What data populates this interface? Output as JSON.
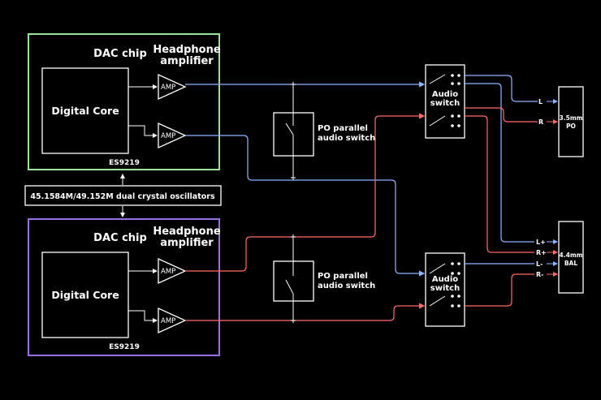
{
  "colors": {
    "background": "#000000",
    "chip1_border": "#9be39b",
    "chip2_border": "#9b6fe0",
    "white": "#ffffff",
    "left_channel": "#8fb3ff",
    "right_channel": "#ff6a6a"
  },
  "chip_top": {
    "dac_label": "DAC chip",
    "hp_label_1": "Headphone",
    "hp_label_2": "amplifier",
    "core_label": "Digital Core",
    "amp1": "AMP",
    "amp2": "AMP",
    "model": "ES9219"
  },
  "chip_bottom": {
    "dac_label": "DAC chip",
    "hp_label_1": "Headphone",
    "hp_label_2": "amplifier",
    "core_label": "Digital Core",
    "amp1": "AMP",
    "amp2": "AMP",
    "model": "ES9219"
  },
  "oscillator": "45.1584M/49.152M dual crystal oscillators",
  "po_switch_top": {
    "line1": "PO parallel",
    "line2": "audio switch"
  },
  "po_switch_bottom": {
    "line1": "PO parallel",
    "line2": "audio switch"
  },
  "audio_switch_top": {
    "line1": "Audio",
    "line2": "switch"
  },
  "audio_switch_bottom": {
    "line1": "Audio",
    "line2": "switch"
  },
  "out_po": {
    "line1": "3.5mm",
    "line2": "PO",
    "pins": [
      "L",
      "R"
    ]
  },
  "out_bal": {
    "line1": "4.4mm",
    "line2": "BAL",
    "pins": [
      "L+",
      "R+",
      "L-",
      "R-"
    ]
  }
}
